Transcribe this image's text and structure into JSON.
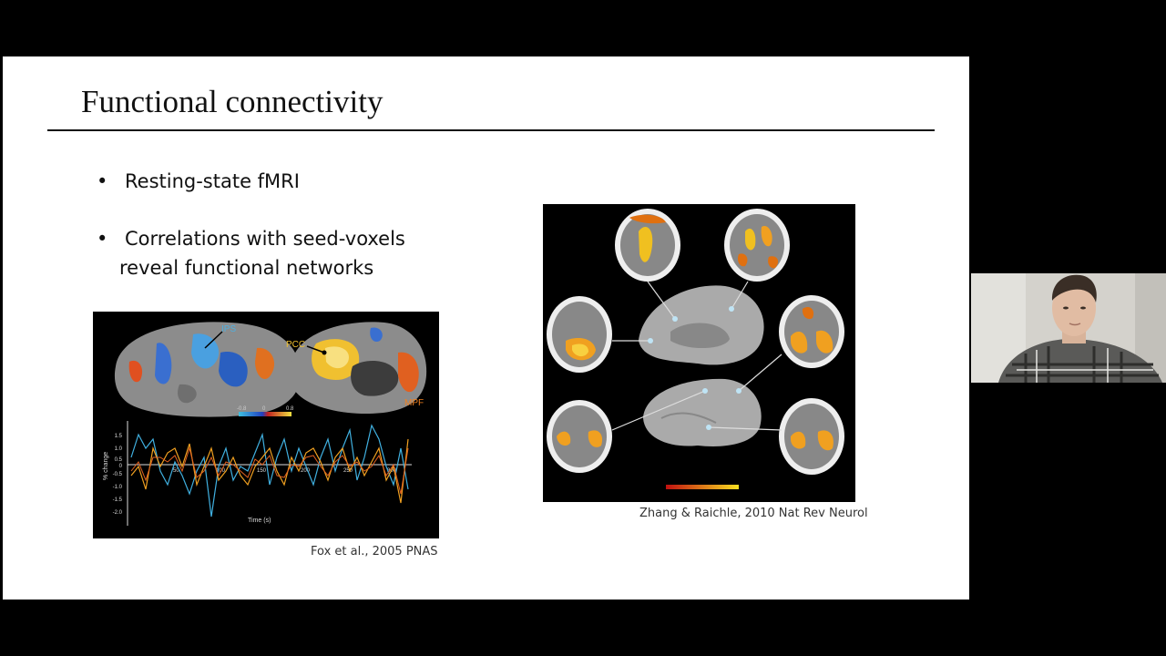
{
  "slide": {
    "title": "Functional connectivity",
    "bullets": [
      {
        "marker": "•",
        "text": "Resting-state fMRI"
      },
      {
        "marker": "•",
        "line1": "Correlations with seed-voxels",
        "line2": "reveal functional networks"
      }
    ]
  },
  "figure_fox": {
    "labels": {
      "ips": "IPS",
      "pcc": "PCC",
      "mpf": "MPF"
    },
    "colorbar_ticks": [
      "-0.8",
      "0",
      "0.8"
    ],
    "ylabel": "% change",
    "xlabel": "Time (s)",
    "y_ticks": [
      "1.5",
      "1.0",
      "0.5",
      "0",
      "-0.5",
      "-1.0",
      "-1.5",
      "-2.0"
    ],
    "x_ticks": [
      "50",
      "100",
      "150",
      "200",
      "250",
      "300"
    ],
    "caption": "Fox et al., 2005 PNAS"
  },
  "figure_zhang": {
    "caption": "Zhang & Raichle, 2010 Nat Rev Neurol"
  },
  "colors": {
    "background": "#000000",
    "slide": "#ffffff",
    "accent_blue": "#4fb0e0",
    "accent_orange": "#f08020"
  }
}
